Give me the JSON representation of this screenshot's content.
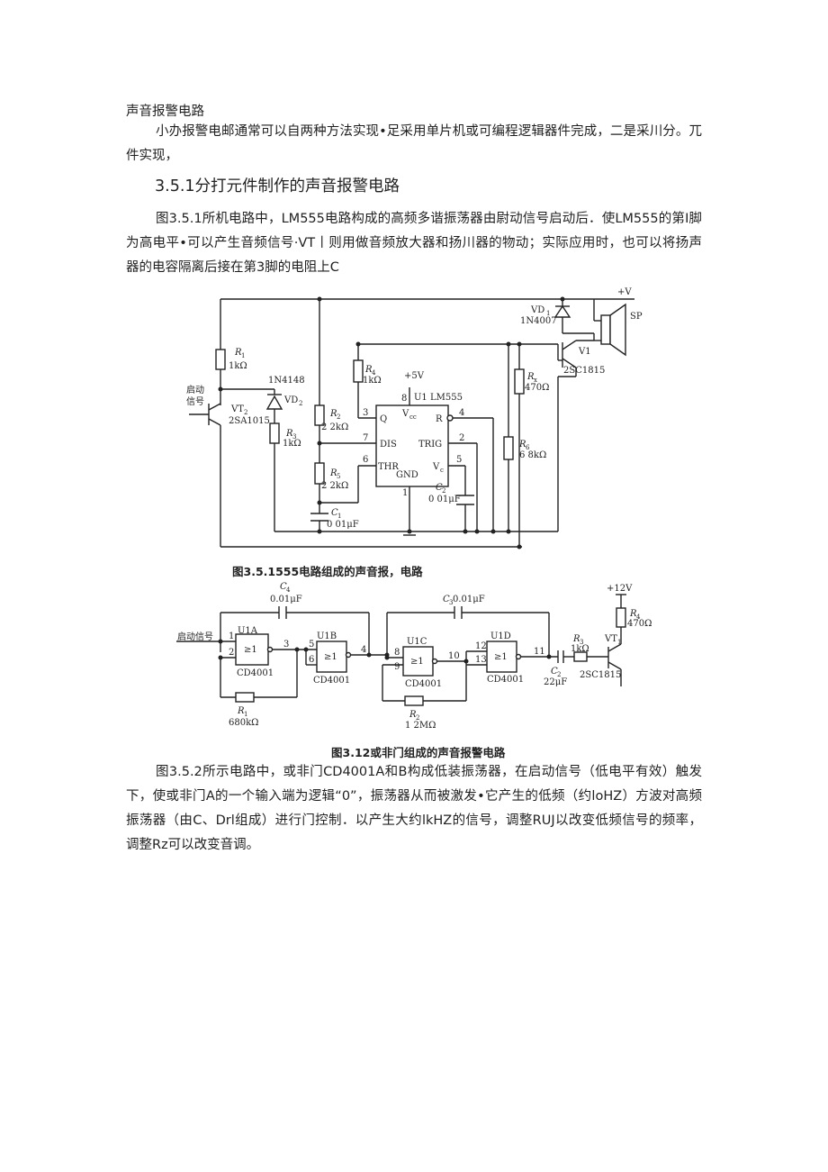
{
  "title": "声音报警电路",
  "intro": "小办报警电邮通常可以自两种方法实现•足采用单片机或可编程逻辑器件完成，二是采川分。兀件实现，",
  "section_heading": "3.5.1分打元件制作的声音报警电路",
  "para1": "图3.5.1所机电路中，LM555电路构成的高频多谐振荡器由尉动信号启动后．使LM555的第I脚为高电平•可以产生音频信号·VT丨则用做音频放大器和扬川器的物动；实际应用时，也可以将扬声器的电容隔离后接在第3脚的电阻上C",
  "figure1": {
    "caption": "图3.5.1555电路组成的声音报，电路",
    "labels": {
      "plus_v": "+V",
      "vd1_name": "VD",
      "vd1_sub": "1",
      "vd1_part": "1N4007",
      "sp": "SP",
      "v1": "V1",
      "v1_part": "2SC1815",
      "r1_name": "R",
      "r1_sub": "1",
      "r1_val": "1kΩ",
      "start_line1": "启动",
      "start_line2": "信号",
      "vt2_name": "VT",
      "vt2_sub": "2",
      "vt2_part": "2SA1015",
      "diode2_part": "1N4148",
      "vd2_name": "VD",
      "vd2_sub": "2",
      "r3_name": "R",
      "r3_sub": "3",
      "r3_val": "1kΩ",
      "r4_name": "R",
      "r4_sub": "4",
      "r4_val": "1kΩ",
      "r2_name": "R",
      "r2_sub": "2",
      "r2_val": "2 2kΩ",
      "r5_name": "R",
      "r5_sub": "5",
      "r5_val": "2 2kΩ",
      "c1_name": "C",
      "c1_sub": "1",
      "c1_val": "0 01μF",
      "plus5v": "+5V",
      "u1": "U1  LM555",
      "vcc": "V",
      "vcc_sub": "cc",
      "pin_q": "Q",
      "pin_dis": "DIS",
      "pin_thr": "THR",
      "pin_gnd": "GND",
      "pin_r": "R",
      "pin_trig": "TRIG",
      "pin_vc": "V",
      "pin_vc_sub": "c",
      "n8": "8",
      "n3": "3",
      "n7": "7",
      "n6": "6",
      "n1": "1",
      "n4": "4",
      "n2": "2",
      "n5": "5",
      "c2_name": "C",
      "c2_sub": "2",
      "c2_val": "0 01μF",
      "r6_name": "R",
      "r6_sub": "6",
      "r6_val": "6 8kΩ",
      "rx_name": "R",
      "rx_sub": "x",
      "rx_val": "470Ω"
    }
  },
  "figure2": {
    "caption": "图3.12或非门组成的声音报警电路",
    "labels": {
      "c4_name": "C",
      "c4_sub": "4",
      "c4_val": "0.01μF",
      "c3": "C",
      "c3_sub": "3",
      "c3_val": " 0.01μF",
      "start": "启动信号",
      "u1a": "U1A",
      "u1b": "U1B",
      "u1c": "U1C",
      "u1d": "U1D",
      "ge1": "≥1",
      "cd4001": "CD4001",
      "n1": "1",
      "n2": "2",
      "n3": "3",
      "n5": "5",
      "n6": "6",
      "n4": "4",
      "n8": "8",
      "n9": "9",
      "n10": "10",
      "n12": "12",
      "n13": "13",
      "n11": "11",
      "r1_name": "R",
      "r1_sub": "1",
      "r1_val": "680kΩ",
      "r2_name": "R",
      "r2_sub": "2",
      "r2_val": "1 2MΩ",
      "plus12v": "+12V",
      "r4_name": "R",
      "r4_sub": "4",
      "r4_val": "470Ω",
      "r3_name": "R",
      "r3_sub": "3",
      "r3_val": "1kΩ",
      "c2_name": "C",
      "c2_sub": "2",
      "c2_val": "22μF",
      "vt1_name": "VT",
      "vt1_sub": "1",
      "vt1_part": "2SC1815"
    }
  },
  "para2": "图3.5.2所示电路中，或非门CD4001A和B构成低装振荡器，在启动信号（低电平有效）触发下，使或非门A的一个输入端为逻辑“0”，振荡器从而被激发•它产生的低频（约loHZ）方波对高频振荡器（由C、Drl组成）进行门控制．以产生大约lkHZ的信号，调整RUJ以改变低频信号的频率，调整Rz可以改变音调。"
}
